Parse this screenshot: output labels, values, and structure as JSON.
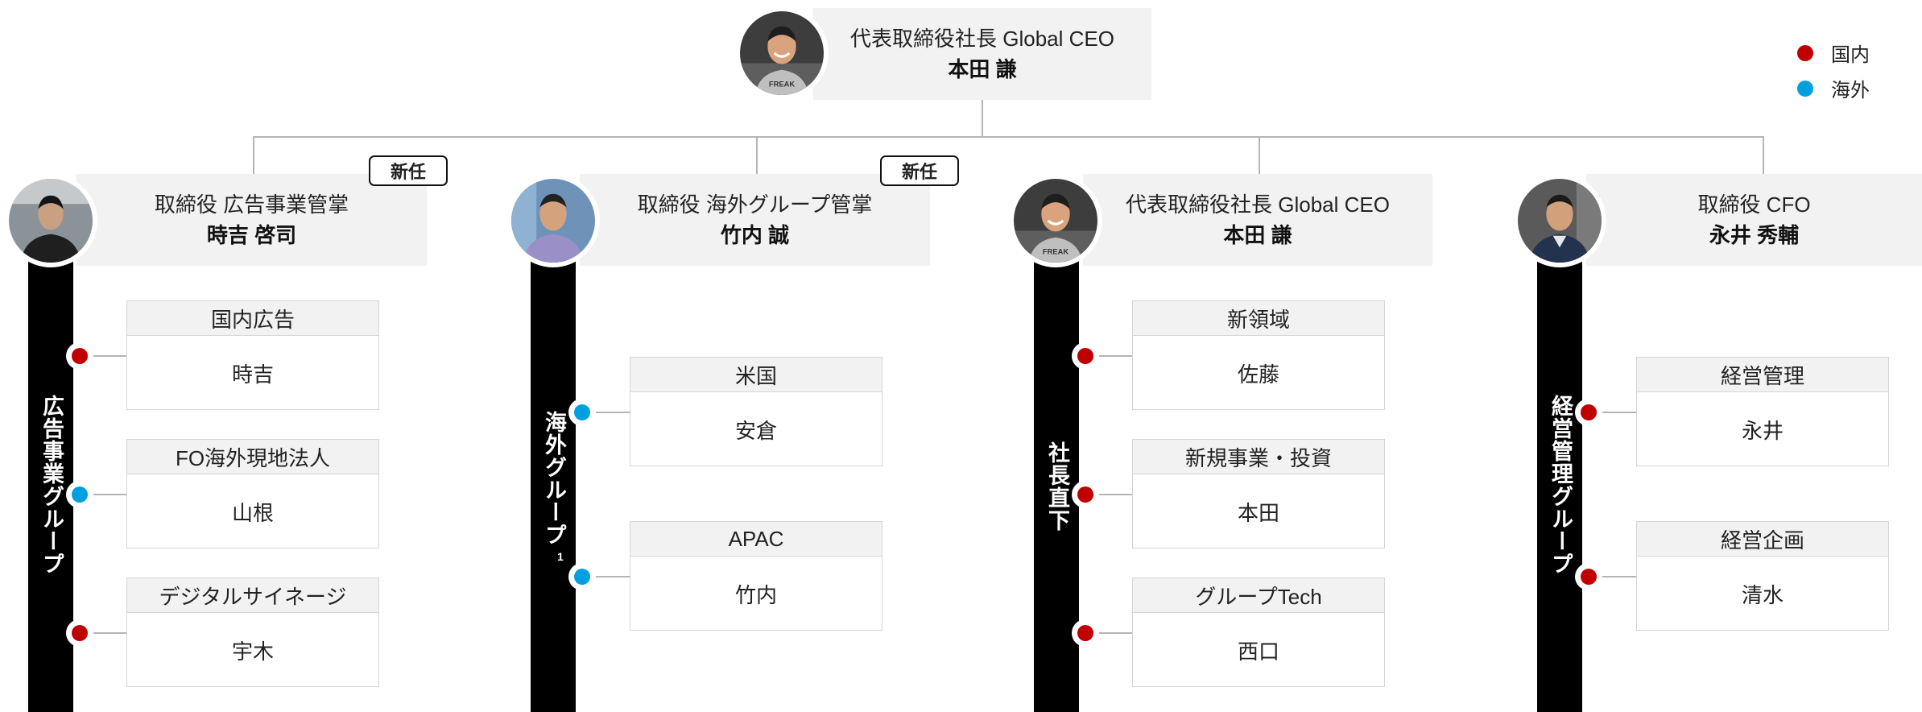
{
  "colors": {
    "domestic": "#c00000",
    "overseas": "#00a0e0",
    "bar": "#000000",
    "label_bg": "#f2f2f2"
  },
  "legend": [
    {
      "label": "国内",
      "color": "#c00000"
    },
    {
      "label": "海外",
      "color": "#00a0e0"
    }
  ],
  "top": {
    "title": "代表取締役社長 Global CEO",
    "name": "本田 謙",
    "avatar_icon": "person-photo-icon"
  },
  "columns": [
    {
      "title": "取締役 広告事業管掌",
      "name": "時吉 啓司",
      "badge": "新任",
      "group": "広告事業グループ",
      "group_sup": "",
      "units": [
        {
          "dept": "国内広告",
          "head": "時吉",
          "region": "domestic"
        },
        {
          "dept": "FO海外現地法人",
          "head": "山根",
          "region": "overseas"
        },
        {
          "dept": "デジタルサイネージ",
          "head": "宇木",
          "region": "domestic"
        }
      ]
    },
    {
      "title": "取締役 海外グループ管掌",
      "name": "竹内 誠",
      "badge": "新任",
      "group": "海外グループ",
      "group_sup": "1",
      "units": [
        {
          "dept": "米国",
          "head": "安倉",
          "region": "overseas"
        },
        {
          "dept": "APAC",
          "head": "竹内",
          "region": "overseas"
        }
      ]
    },
    {
      "title": "代表取締役社長 Global CEO",
      "name": "本田 謙",
      "badge": "",
      "group": "社長直下",
      "group_sup": "",
      "units": [
        {
          "dept": "新領域",
          "head": "佐藤",
          "region": "domestic"
        },
        {
          "dept": "新規事業・投資",
          "head": "本田",
          "region": "domestic"
        },
        {
          "dept": "グループTech",
          "head": "西口",
          "region": "domestic"
        }
      ]
    },
    {
      "title": "取締役 CFO",
      "name": "永井 秀輔",
      "badge": "",
      "group": "経営管理グループ",
      "group_sup": "",
      "units": [
        {
          "dept": "経営管理",
          "head": "永井",
          "region": "domestic"
        },
        {
          "dept": "経営企画",
          "head": "清水",
          "region": "domestic"
        }
      ]
    }
  ]
}
